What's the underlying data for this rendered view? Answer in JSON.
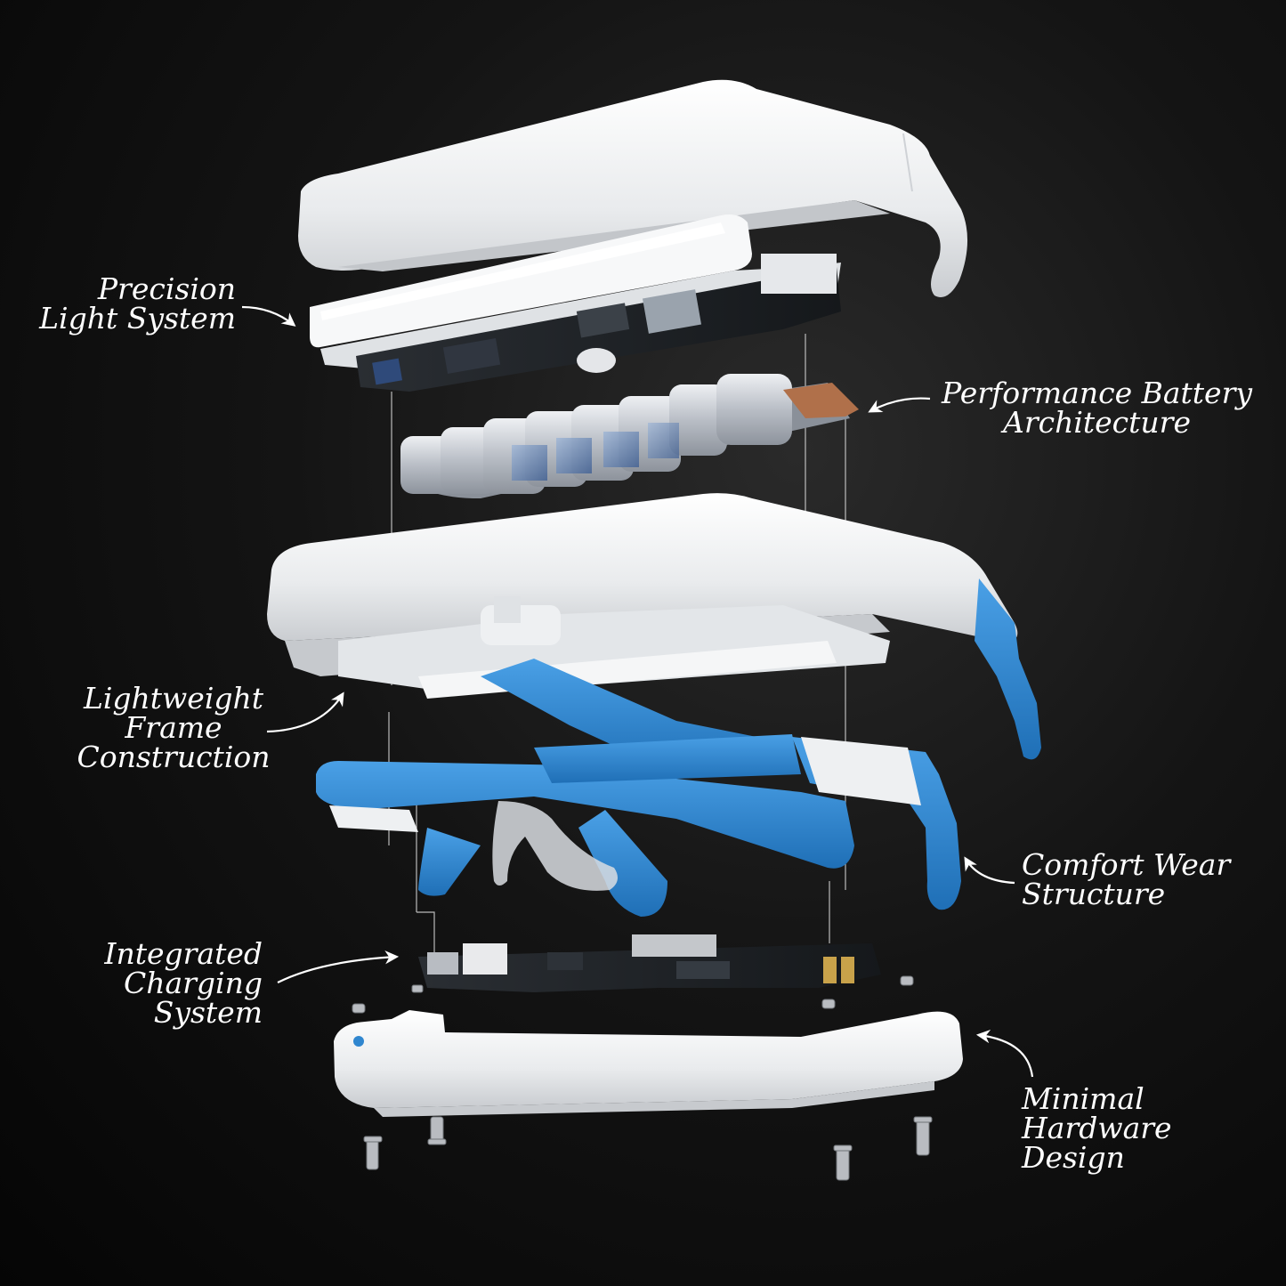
{
  "callouts": {
    "precision_light": [
      "Precision",
      "Light System"
    ],
    "performance_battery": [
      "Performance Battery",
      "Architecture"
    ],
    "lightweight_frame": [
      "Lightweight",
      "Frame",
      "Construction"
    ],
    "comfort_wear": [
      "Comfort Wear",
      "Structure"
    ],
    "integrated_charging": [
      "Integrated",
      "Charging",
      "System"
    ],
    "minimal_hardware": [
      "Minimal",
      "Hardware",
      "Design"
    ]
  },
  "colors": {
    "shell_white": "#f2f3f4",
    "accent_blue": "#2f86cf",
    "pcb_dark": "#1c1f22",
    "battery_silver": "#c9ccd1",
    "copper_tab": "#b0704a",
    "background": "#0a0a0a"
  },
  "icons": {
    "screw": "screw-icon",
    "arrow": "curved-arrow-icon"
  }
}
